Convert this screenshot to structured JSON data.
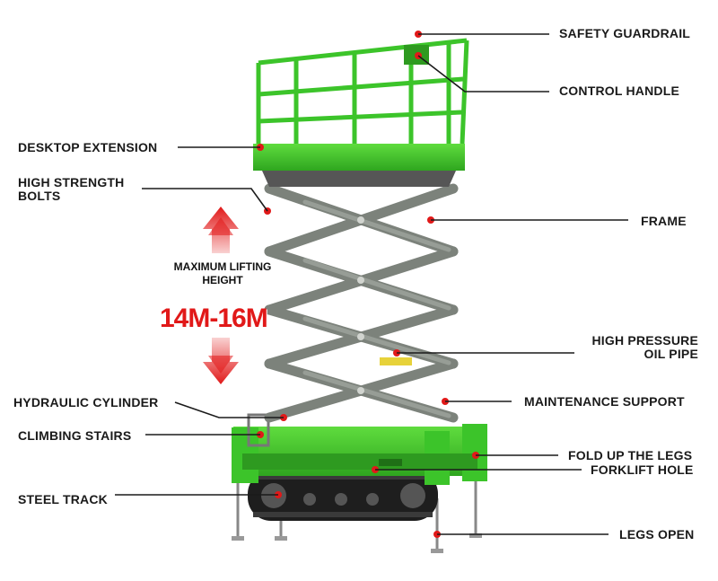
{
  "diagram": {
    "lift_height": {
      "heading": "MAXIMUM LIFTING\nHEIGHT",
      "value": "14M-16M",
      "arrow_color": "#e11919"
    },
    "machine_colors": {
      "body": "#3cc42a",
      "scissor": "#8a9088",
      "track": "#1e1e1e"
    },
    "callouts": [
      {
        "id": "safety-guardrail",
        "text": "SAFETY GUARDRAIL"
      },
      {
        "id": "control-handle",
        "text": "CONTROL HANDLE"
      },
      {
        "id": "desktop-extension",
        "text": "DESKTOP EXTENSION"
      },
      {
        "id": "high-strength-bolts",
        "text": "HIGH STRENGTH\nBOLTS"
      },
      {
        "id": "frame",
        "text": "FRAME"
      },
      {
        "id": "high-pressure-oil-pipe",
        "text": "HIGH PRESSURE\nOIL PIPE"
      },
      {
        "id": "hydraulic-cylinder",
        "text": "HYDRAULIC CYLINDER"
      },
      {
        "id": "maintenance-support",
        "text": "MAINTENANCE SUPPORT"
      },
      {
        "id": "climbing-stairs",
        "text": "CLIMBING STAIRS"
      },
      {
        "id": "fold-up-legs",
        "text": "FOLD UP THE LEGS"
      },
      {
        "id": "forklift-hole",
        "text": "FORKLIFT HOLE"
      },
      {
        "id": "steel-track",
        "text": "STEEL TRACK"
      },
      {
        "id": "legs-open",
        "text": "LEGS OPEN"
      }
    ]
  }
}
